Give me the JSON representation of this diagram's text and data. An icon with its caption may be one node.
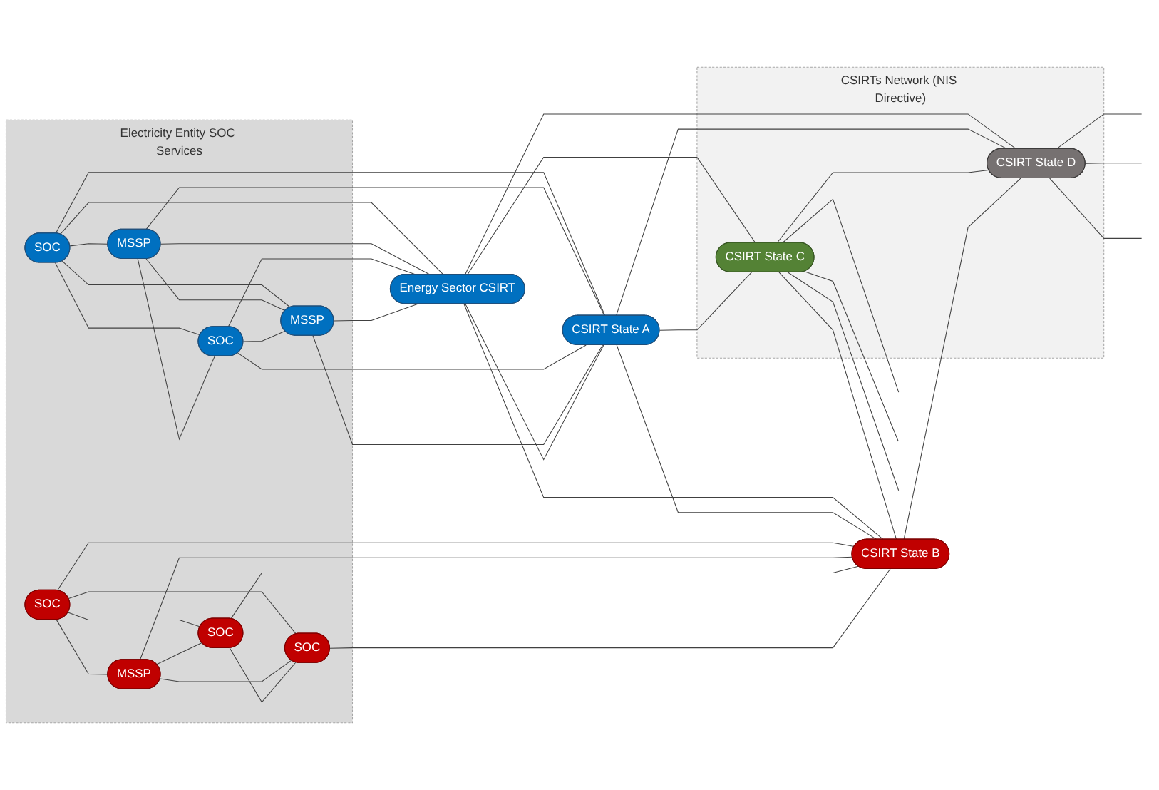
{
  "diagram": {
    "nodes": [
      {
        "text": [
          "Electricity Entity SOC Services"
        ]
      },
      {
        "text": [
          "CSIRTs Network (NIS Directive)"
        ]
      },
      {
        "text": [
          "SOC"
        ],
        "in": 0
      },
      {
        "text": [
          "MSSP"
        ],
        "in": 0
      },
      {
        "text": [
          "Energy Sector CSIRT"
        ]
      },
      {
        "text": [
          "SOC"
        ],
        "in": 0
      },
      {
        "text": [
          "CSIRT State A"
        ]
      },
      {
        "text": [
          "MSSP"
        ],
        "in": 0
      },
      {
        "text": [
          "CSIRT State C"
        ],
        "in": 1
      },
      {
        "text": [
          "SOC"
        ],
        "in": 0
      },
      {
        "text": [
          "MSSP"
        ],
        "in": 0
      },
      {
        "text": [
          "SOC"
        ],
        "in": 0
      },
      {
        "text": [
          "SOC"
        ],
        "in": 0
      },
      {
        "text": [
          "CSIRT State B"
        ]
      },
      {
        "text": [
          "CSIRT State D"
        ],
        "in": 1
      }
    ],
    "edges": [
      {
        "from": 2,
        "to": 3,
        "arrow": "none"
      },
      {
        "from": 2,
        "to": 5,
        "arrow": "none"
      },
      {
        "from": 2,
        "to": 7,
        "arrow": "none"
      },
      {
        "from": 2,
        "to": 4,
        "arrow": "none"
      },
      {
        "from": 2,
        "to": 6,
        "arrow": "none"
      },
      {
        "from": 3,
        "to": 5,
        "arrow": "none"
      },
      {
        "from": 3,
        "to": 4,
        "arrow": "none"
      },
      {
        "from": 3,
        "to": 6,
        "arrow": "none"
      },
      {
        "from": 3,
        "to": 7,
        "arrow": "none"
      },
      {
        "from": 5,
        "to": 4,
        "arrow": "none"
      },
      {
        "from": 5,
        "to": 6,
        "arrow": "none"
      },
      {
        "from": 5,
        "to": 7,
        "arrow": "none"
      },
      {
        "from": 7,
        "to": 4,
        "arrow": "none"
      },
      {
        "from": 7,
        "to": 6,
        "arrow": "none"
      },
      {
        "from": 4,
        "to": 6,
        "arrow": "none"
      },
      {
        "from": 4,
        "to": 8,
        "arrow": "none"
      },
      {
        "from": 4,
        "to": 13,
        "arrow": "none"
      },
      {
        "from": 4,
        "to": 14,
        "arrow": "none"
      },
      {
        "from": 6,
        "to": 8,
        "arrow": "none"
      },
      {
        "from": 6,
        "to": 13,
        "arrow": "none"
      },
      {
        "from": 6,
        "to": 14,
        "arrow": "none"
      },
      {
        "from": 8,
        "to": 13,
        "arrow": "none"
      },
      {
        "from": 8,
        "to": 14,
        "arrow": "none"
      },
      {
        "from": 8,
        "to": null,
        "arrow": "none"
      },
      {
        "from": 8,
        "to": null,
        "arrow": "none"
      },
      {
        "from": 8,
        "to": null,
        "arrow": "none"
      },
      {
        "from": 13,
        "to": 14,
        "arrow": "none"
      },
      {
        "from": 14,
        "to": null,
        "arrow": "none"
      },
      {
        "from": 14,
        "to": null,
        "arrow": "none"
      },
      {
        "from": 14,
        "to": null,
        "arrow": "none"
      },
      {
        "from": 9,
        "to": 10,
        "arrow": "none"
      },
      {
        "from": 9,
        "to": 11,
        "arrow": "none"
      },
      {
        "from": 9,
        "to": 12,
        "arrow": "none"
      },
      {
        "from": 9,
        "to": 13,
        "arrow": "none"
      },
      {
        "from": 10,
        "to": 11,
        "arrow": "none"
      },
      {
        "from": 10,
        "to": 12,
        "arrow": "none"
      },
      {
        "from": 10,
        "to": 13,
        "arrow": "none"
      },
      {
        "from": 11,
        "to": 13,
        "arrow": "none"
      },
      {
        "from": 11,
        "to": 12,
        "arrow": "none"
      },
      {
        "from": 12,
        "to": 13,
        "arrow": "none"
      }
    ]
  }
}
